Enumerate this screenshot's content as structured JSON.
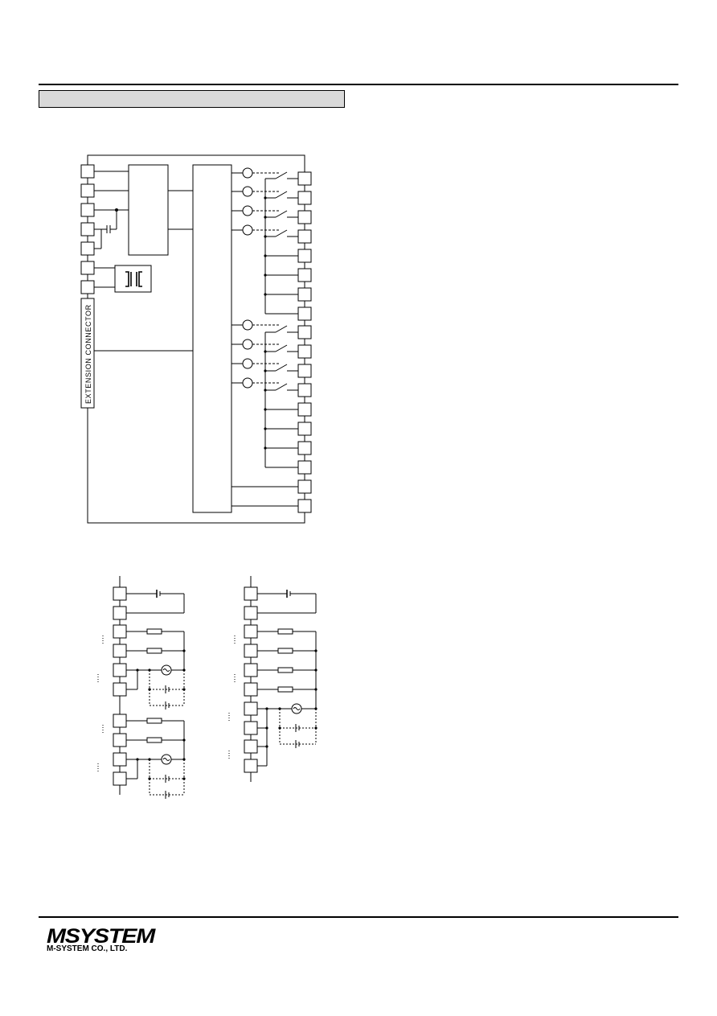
{
  "header": {
    "section_title": ""
  },
  "block_diagram": {
    "connector_label": "EXTENSION CONNECTOR"
  },
  "footer": {
    "logo_text": "MSYSTEM",
    "company_name": "M-SYSTEM CO., LTD."
  },
  "colors": {
    "line": "#000000",
    "header_fill": "#d9d9d9"
  }
}
